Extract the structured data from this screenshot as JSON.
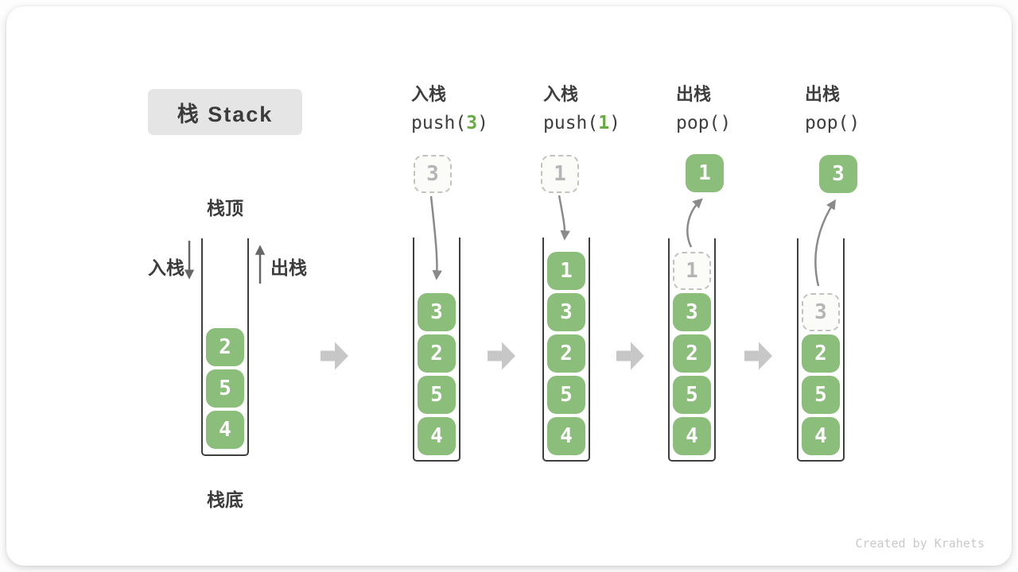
{
  "title": "栈 Stack",
  "watermark": "Created by Krahets",
  "annotations": {
    "stack_top": "栈顶",
    "stack_bottom": "栈底",
    "push_side": "入栈",
    "pop_side": "出栈"
  },
  "colors": {
    "block_green": "#8bbd7b",
    "code_arg_green": "#67ab43",
    "step_arrow_gray": "#c7c7c7",
    "curve_arrow_gray": "#8a8a8a",
    "ghost_gray": "#b5b5b5"
  },
  "stacks": [
    {
      "blocks": [
        "2",
        "5",
        "4"
      ]
    },
    {
      "op": {
        "name": "入栈",
        "code_pre": "push(",
        "code_arg": "3",
        "code_post": ")"
      },
      "incoming": "3",
      "blocks": [
        "3",
        "2",
        "5",
        "4"
      ]
    },
    {
      "op": {
        "name": "入栈",
        "code_pre": "push(",
        "code_arg": "1",
        "code_post": ")"
      },
      "incoming": "1",
      "blocks": [
        "1",
        "3",
        "2",
        "5",
        "4"
      ]
    },
    {
      "op": {
        "name": "出栈",
        "code_pre": "pop(",
        "code_arg": "",
        "code_post": ")"
      },
      "popped": "1",
      "ghost": "1",
      "blocks": [
        "3",
        "2",
        "5",
        "4"
      ]
    },
    {
      "op": {
        "name": "出栈",
        "code_pre": "pop(",
        "code_arg": "",
        "code_post": ")"
      },
      "popped": "3",
      "ghost": "3",
      "blocks": [
        "2",
        "5",
        "4"
      ]
    }
  ]
}
